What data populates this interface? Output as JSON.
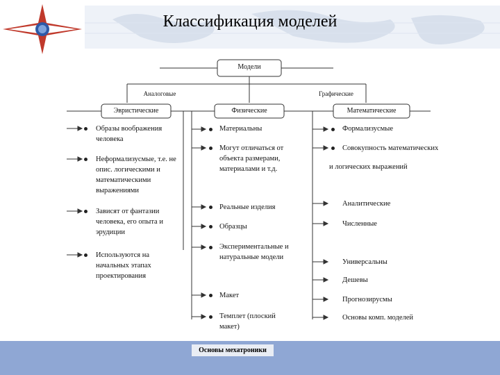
{
  "title": "Классификация моделей",
  "footer": "Основы мехатроники",
  "root": "Модели",
  "branch_labels": [
    "Аналоговые",
    "Графические"
  ],
  "columns": [
    {
      "header": "Эвристические",
      "items": [
        "Образы воображения человека",
        "Неформализусмые, т.е. не опис. логическими и математическими выражениями",
        "Зависят от фантазии человека, его опыта и эрудиции",
        "Используются на начальных этапах проектирования"
      ]
    },
    {
      "header": "Физические",
      "items": [
        "Материальны",
        "Могут отличаться от объекта размерами, материалами и т.д.",
        "Реальные изделия",
        "Образцы",
        "Экспериментальные и натуральные модели",
        "Макет",
        "Темплет (плоский макет)"
      ]
    },
    {
      "header": "Математические",
      "items": [
        "Формализусмые",
        "Совокупность математических",
        "и логических выражений",
        "Аналитические",
        "Численные",
        "Универсальны",
        "Дешевы",
        "Прогнозирусмы",
        "Основы комп. моделей"
      ]
    }
  ]
}
